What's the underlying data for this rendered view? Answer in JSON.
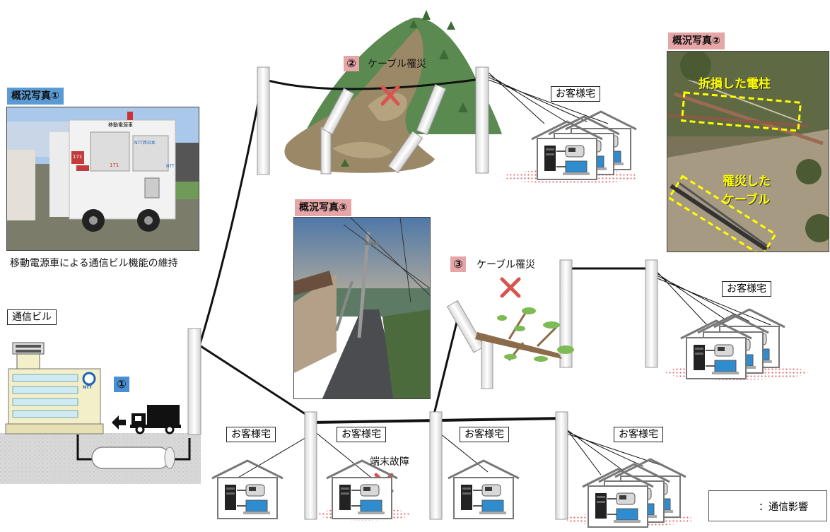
{
  "photos": {
    "photo1": {
      "tag": "概況写真①",
      "caption": "移動電源車による通信ビル機能の維持",
      "truck_text": [
        "移動電源車",
        "171",
        "171",
        "NTT",
        "NTT西日本"
      ]
    },
    "photo2": {
      "tag": "概況写真②",
      "overlay1": "折損した電柱",
      "overlay2": [
        "罹災した",
        "ケーブル"
      ]
    },
    "photo3": {
      "tag": "概況写真③"
    }
  },
  "labels": {
    "building": "通信ビル",
    "building_logo": "NTT",
    "marker1": "①",
    "marker2": "②",
    "marker3": "③",
    "cable_damage_2": "ケーブル罹災",
    "cable_damage_3": "ケーブル罹災",
    "terminal_fault": "端末故障",
    "customer": "お客様宅",
    "legend": "：通信影響"
  },
  "colors": {
    "blue_tag": "#5b9bd5",
    "pink_tag": "#e6a5a7",
    "cross": "#d9534f",
    "impact": "#e8a0a0",
    "mountain": "#5a8a50",
    "mud": "#9b8867"
  }
}
